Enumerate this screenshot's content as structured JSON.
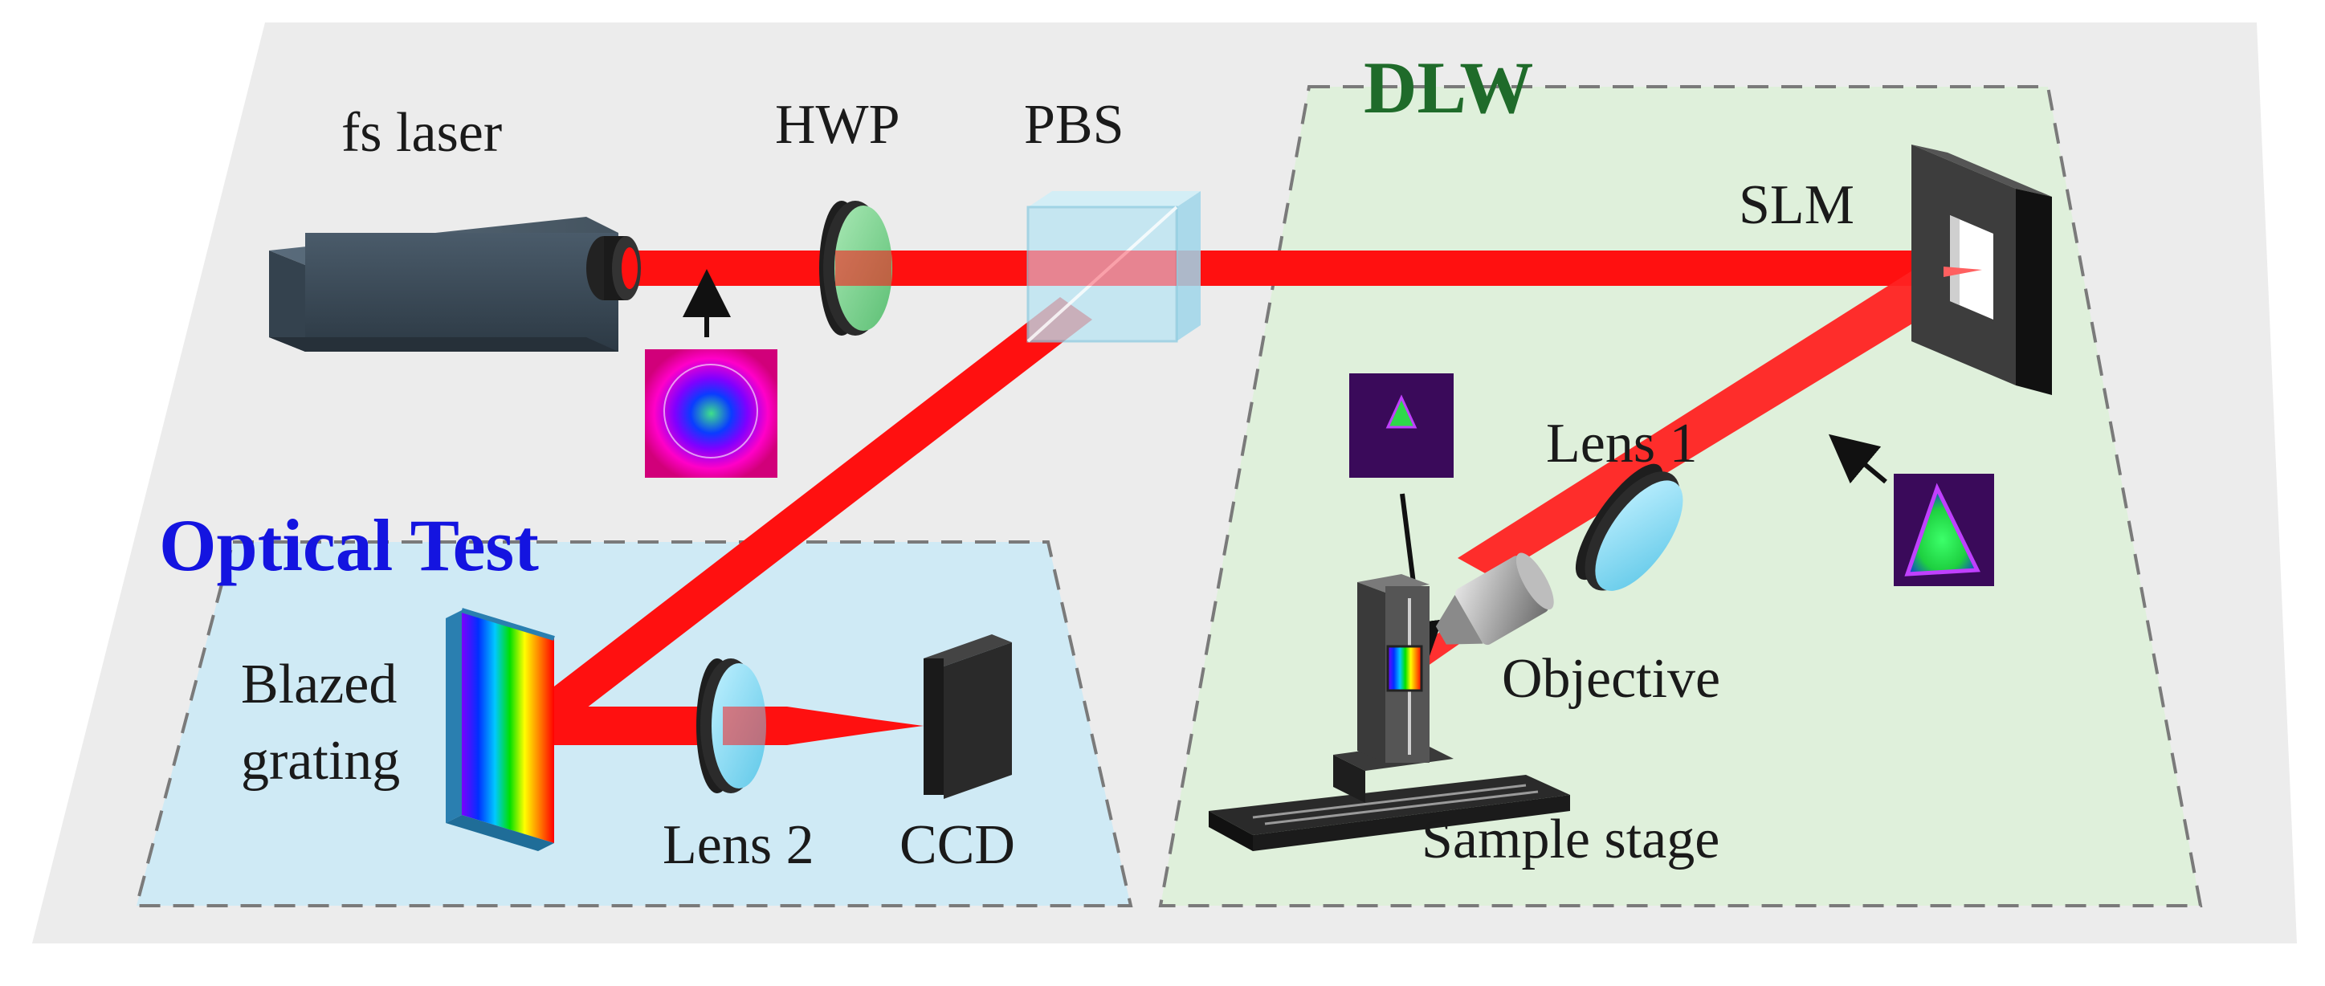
{
  "labels": {
    "fs_laser": "fs laser",
    "hwp": "HWP",
    "pbs": "PBS",
    "slm": "SLM",
    "lens1": "Lens 1",
    "objective": "Objective",
    "sample_stage": "Sample stage",
    "blazed": "Blazed",
    "grating": "grating",
    "lens2": "Lens 2",
    "ccd": "CCD"
  },
  "regions": {
    "dlw_title": "DLW",
    "optical_test_title": "Optical Test"
  },
  "colors": {
    "beam": "#ff1010",
    "background_panel": "#ececec",
    "dlw_region": "#dff0db",
    "optical_test_region": "#cfeaf5",
    "dlw_title": "#1f6b2a",
    "optical_test_title": "#1414e0",
    "laser_body": "#3b4a57"
  }
}
